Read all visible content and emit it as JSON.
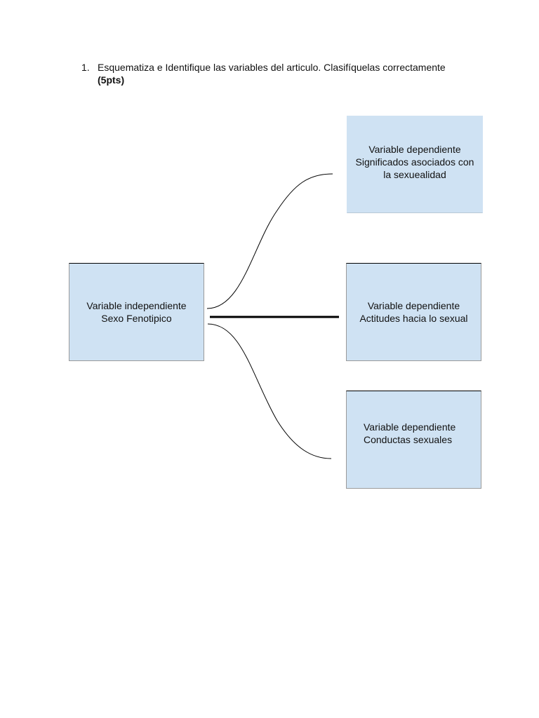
{
  "question": {
    "number": "1.",
    "text": "Esquematiza e Identifique las variables del articulo. Clasifíquelas correctamente",
    "points": "(5pts)"
  },
  "diagram": {
    "independent": {
      "lines": "Variable independiente\nSexo Fenotipico"
    },
    "dependents": [
      {
        "lines": "Variable dependiente\nSignificados asociados con\nla sexuealidad"
      },
      {
        "lines": "Variable dependiente\nActitudes hacia lo sexual"
      },
      {
        "lines": "Variable dependiente\nConductas sexuales"
      }
    ],
    "colors": {
      "box_fill": "#cfe2f3",
      "connector": "#000000"
    }
  }
}
